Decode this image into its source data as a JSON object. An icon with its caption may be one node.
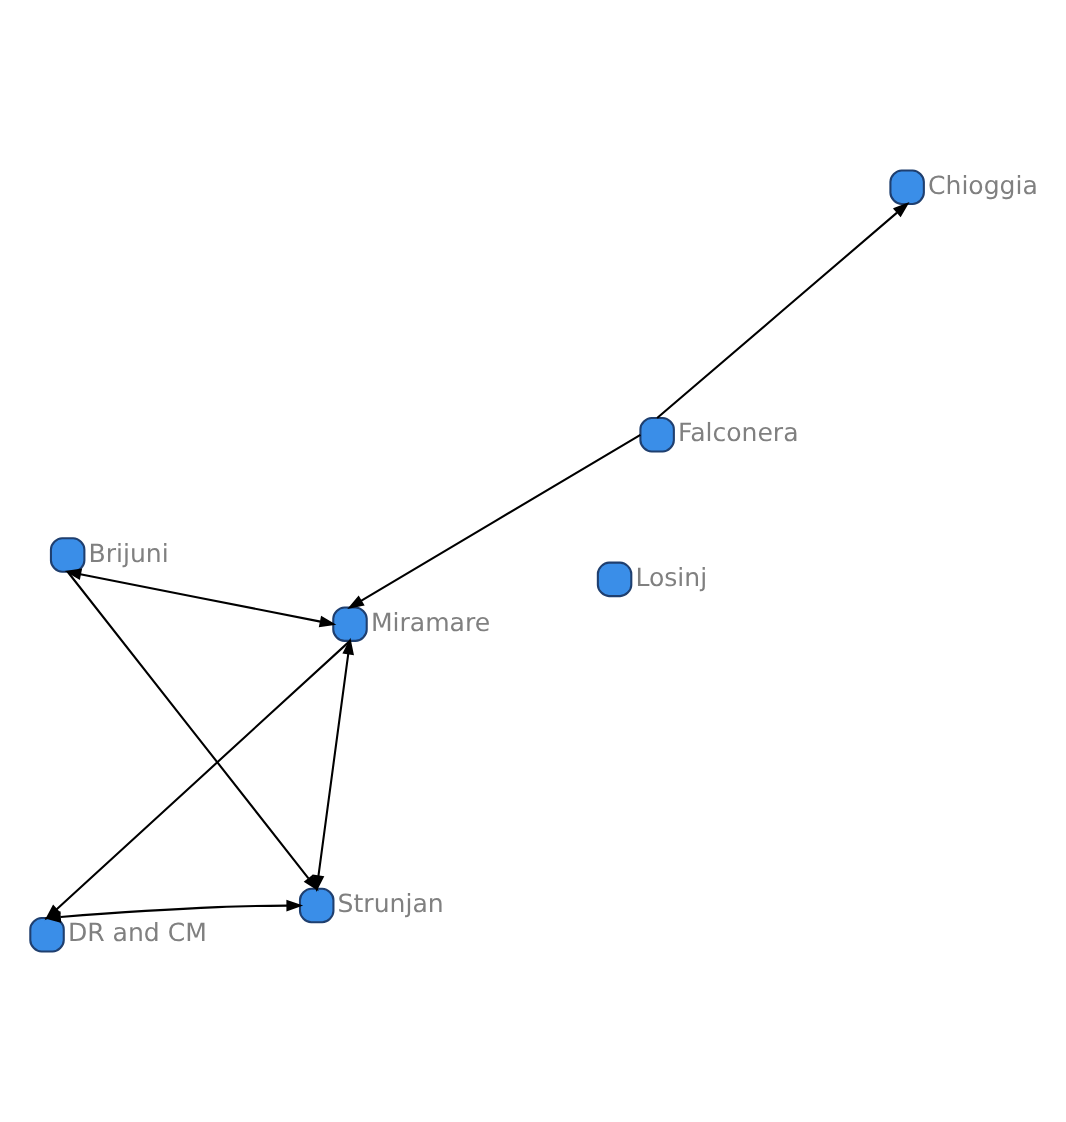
{
  "diagram": {
    "nodes": [
      {
        "text": [
          "DR and CM"
        ]
      },
      {
        "text": [
          "Falconera"
        ]
      },
      {
        "text": [
          "Strunjan"
        ]
      },
      {
        "text": [
          "Chioggia"
        ]
      },
      {
        "text": [
          "Miramare"
        ]
      },
      {
        "text": [
          "Brijuni"
        ]
      },
      {
        "text": [
          "Losinj"
        ]
      }
    ],
    "edges": [
      {
        "from": 1,
        "to": 3,
        "arrow": "to"
      },
      {
        "from": 1,
        "to": 4,
        "arrow": "to"
      },
      {
        "from": 0,
        "to": 2,
        "arrow": "both"
      },
      {
        "from": 4,
        "to": 0,
        "arrow": "to"
      },
      {
        "from": 2,
        "to": 4,
        "arrow": "both"
      },
      {
        "from": 4,
        "to": 5,
        "arrow": "both"
      },
      {
        "from": 5,
        "to": 2,
        "arrow": "to"
      }
    ]
  }
}
